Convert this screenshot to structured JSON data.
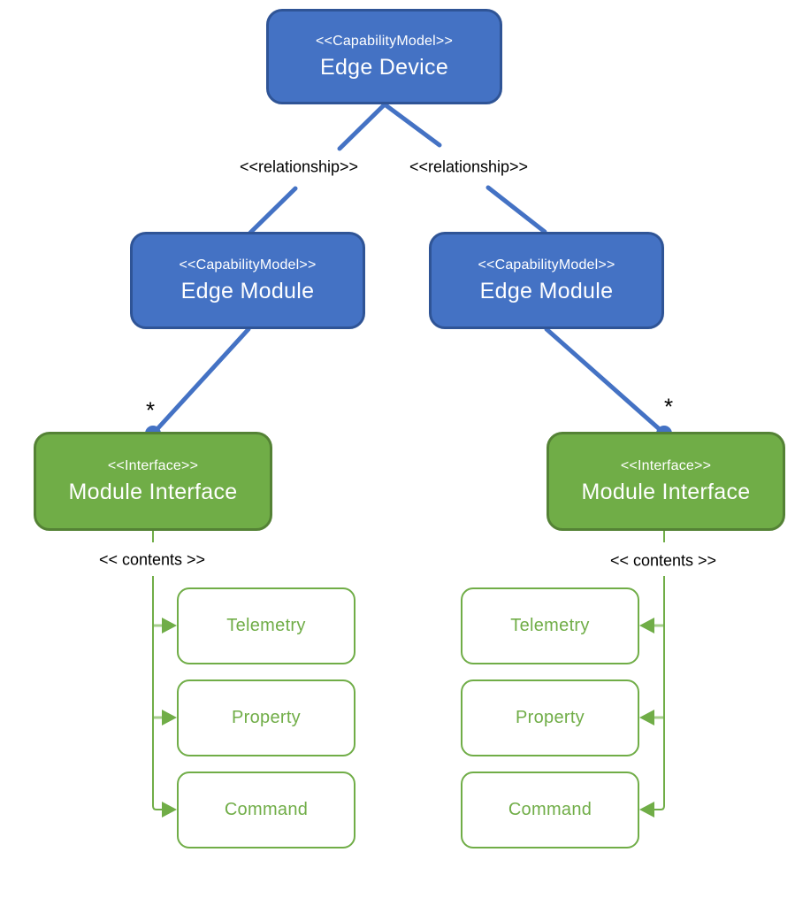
{
  "colors": {
    "blue_fill": "#4472C4",
    "blue_border": "#2F5496",
    "green_fill": "#70AD47",
    "green_border": "#548235",
    "green_line": "#70AD47",
    "green_stub": "#A6CE8B",
    "label_text": "#000000",
    "node_text": "#FFFFFF"
  },
  "nodes": {
    "edge_device": {
      "stereotype": "<<CapabilityModel>>",
      "name": "Edge Device"
    },
    "edge_module_left": {
      "stereotype": "<<CapabilityModel>>",
      "name": "Edge Module"
    },
    "edge_module_right": {
      "stereotype": "<<CapabilityModel>>",
      "name": "Edge Module"
    },
    "module_interface_left": {
      "stereotype": "<<Interface>>",
      "name": "Module Interface"
    },
    "module_interface_right": {
      "stereotype": "<<Interface>>",
      "name": "Module Interface"
    },
    "telemetry_left": {
      "name": "Telemetry"
    },
    "property_left": {
      "name": "Property"
    },
    "command_left": {
      "name": "Command"
    },
    "telemetry_right": {
      "name": "Telemetry"
    },
    "property_right": {
      "name": "Property"
    },
    "command_right": {
      "name": "Command"
    }
  },
  "edge_labels": {
    "relationship_left": "<<relationship>>",
    "relationship_right": "<<relationship>>",
    "multiplicity_left": "*",
    "multiplicity_right": "*",
    "contents_left": "<< contents >>",
    "contents_right": "<< contents >>"
  }
}
